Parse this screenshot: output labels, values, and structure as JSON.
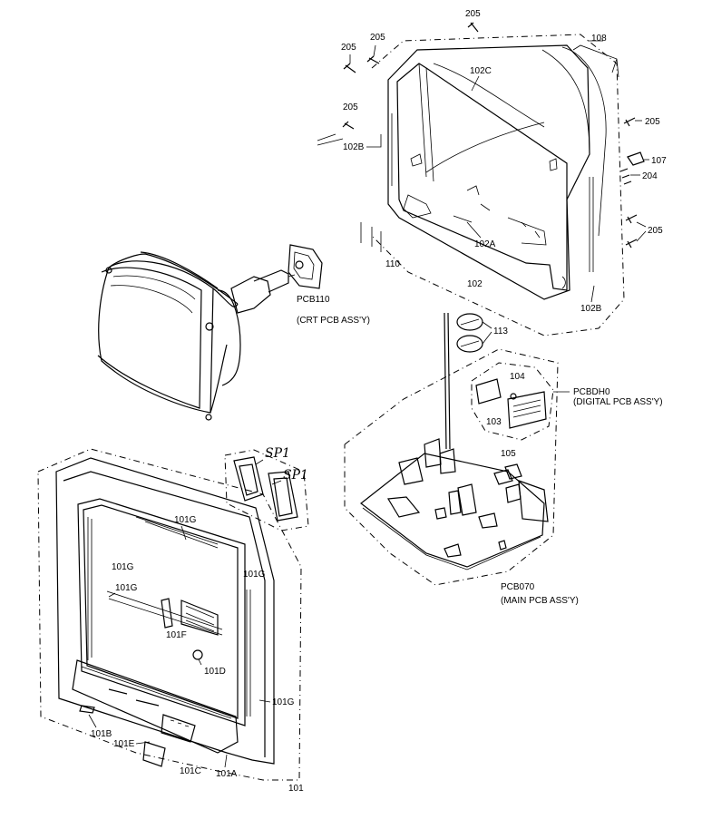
{
  "labels": {
    "l205_top": "205",
    "l205_a": "205",
    "l205_b": "205",
    "l205_c": "205",
    "l205_d": "205",
    "l205_e": "205",
    "l108": "108",
    "l102C": "102C",
    "l102B_left": "102B",
    "l107": "107",
    "l204": "204",
    "l102A": "102A",
    "l110": "110",
    "l102": "102",
    "l102B_right": "102B",
    "pcb110": "PCB110",
    "pcb110_desc": "(CRT PCB ASS'Y)",
    "l113": "113",
    "l104": "104",
    "l103": "103",
    "pcbdh0": "PCBDH0",
    "pcbdh0_desc": "(DIGITAL PCB ASS'Y)",
    "l105": "105",
    "pcb070": "PCB070",
    "pcb070_desc": "(MAIN PCB ASS'Y)",
    "sp1_a": "SP1",
    "sp1_b": "SP1",
    "l101G_a": "101G",
    "l101G_b": "101G",
    "l101G_c": "101G",
    "l101G_d": "101G",
    "l101G_e": "101G",
    "l101F": "101F",
    "l101D": "101D",
    "l101B": "101B",
    "l101E": "101E",
    "l101C": "101C",
    "l101A": "101A",
    "l101": "101"
  }
}
